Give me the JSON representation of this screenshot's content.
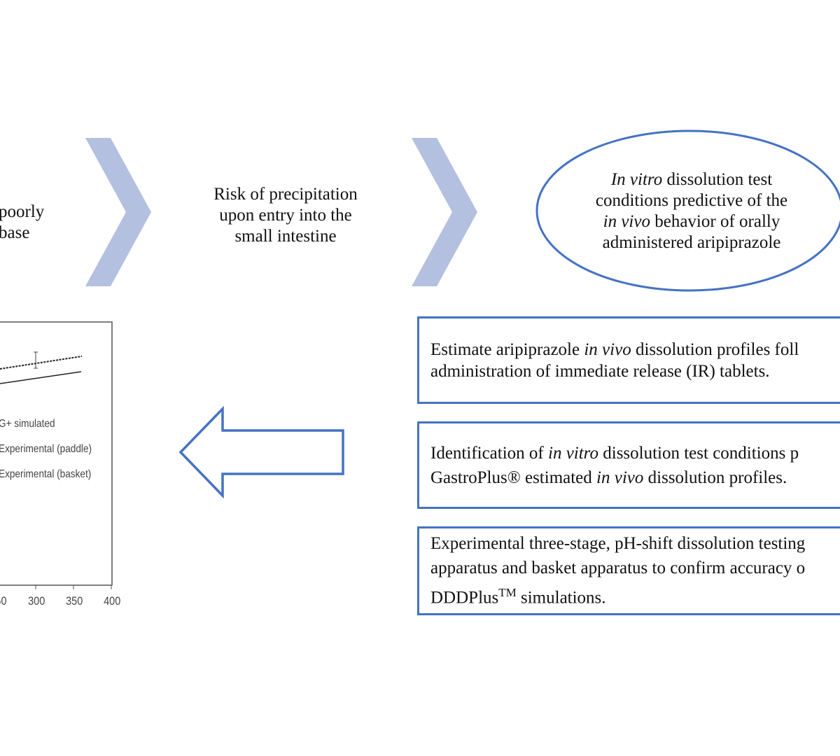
{
  "step1": {
    "line1": "poorly",
    "line2": "base"
  },
  "step2": {
    "lines": [
      "Risk of precipitation",
      "upon entry into the",
      "small intestine"
    ]
  },
  "goal": {
    "line1_italic": "In vitro",
    "line1_rest": " dissolution test",
    "line2": "conditions predictive of the",
    "line3_italic": "in vivo",
    "line3_rest": " behavior of orally",
    "line4": "administered aripiprazole"
  },
  "boxes": [
    {
      "l1a": "Estimate aripiprazole ",
      "l1i": "in vivo",
      "l1b": " dissolution profiles foll",
      "l2": "administration of immediate release (IR) tablets."
    },
    {
      "l1a": "Identification of ",
      "l1i": "in vitro",
      "l1b": " dissolution test conditions p",
      "l2a": "GastroPlus® estimated ",
      "l2i": "in vivo",
      "l2b": " dissolution profiles."
    },
    {
      "l1": "Experimental three-stage, pH-shift dissolution testing",
      "l2": "apparatus and basket apparatus to confirm accuracy o",
      "l3a": "DDDPlus",
      "l3sup": "TM",
      "l3b": " simulations."
    }
  ],
  "chart": {
    "legend": [
      "G+ simulated",
      "Experimental (paddle)",
      "Experimental (basket)"
    ],
    "x_ticks": [
      "50",
      "300",
      "350",
      "400"
    ]
  },
  "colors": {
    "chevron": "#b4c0e0",
    "border": "#4472c4"
  }
}
